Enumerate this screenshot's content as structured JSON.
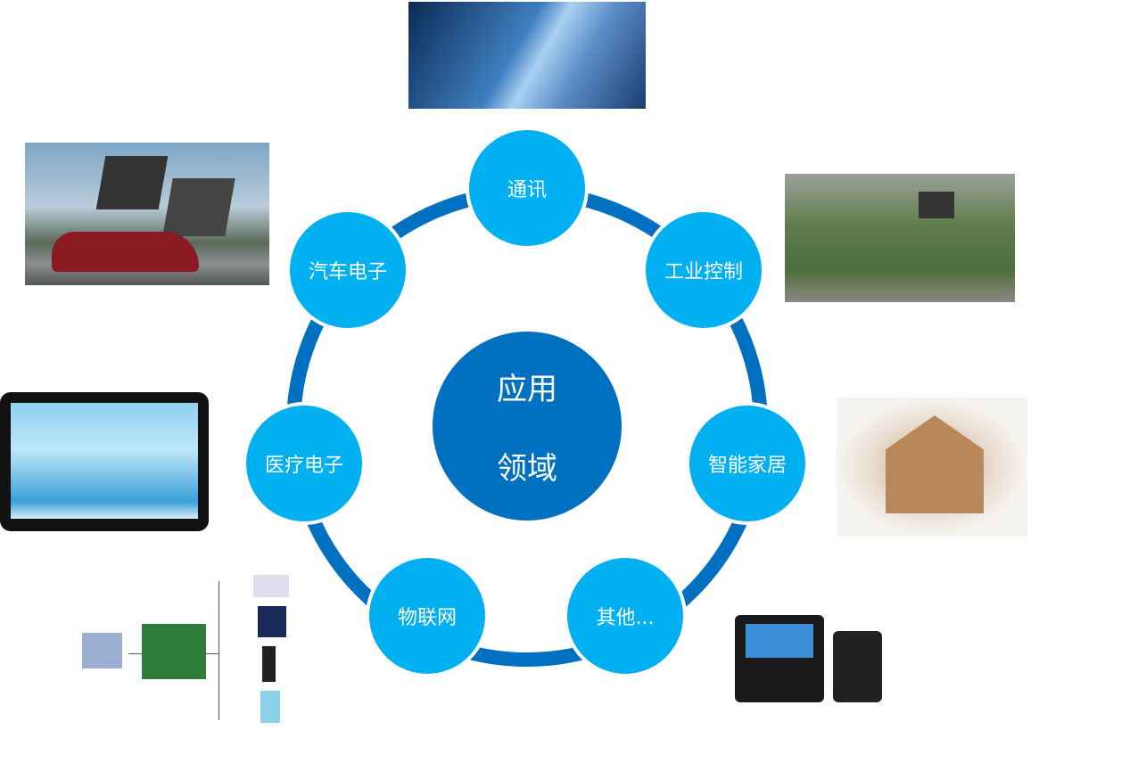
{
  "center": {
    "line1": "应用",
    "line2": "领域"
  },
  "nodes": [
    {
      "label": "通讯"
    },
    {
      "label": "工业控制"
    },
    {
      "label": "智能家居"
    },
    {
      "label": "其他..."
    },
    {
      "label": "物联网"
    },
    {
      "label": "医疗电子"
    },
    {
      "label": "汽车电子"
    }
  ],
  "colors": {
    "ring": "#0070c0",
    "node": "#00b0f0",
    "center": "#0070c0"
  }
}
